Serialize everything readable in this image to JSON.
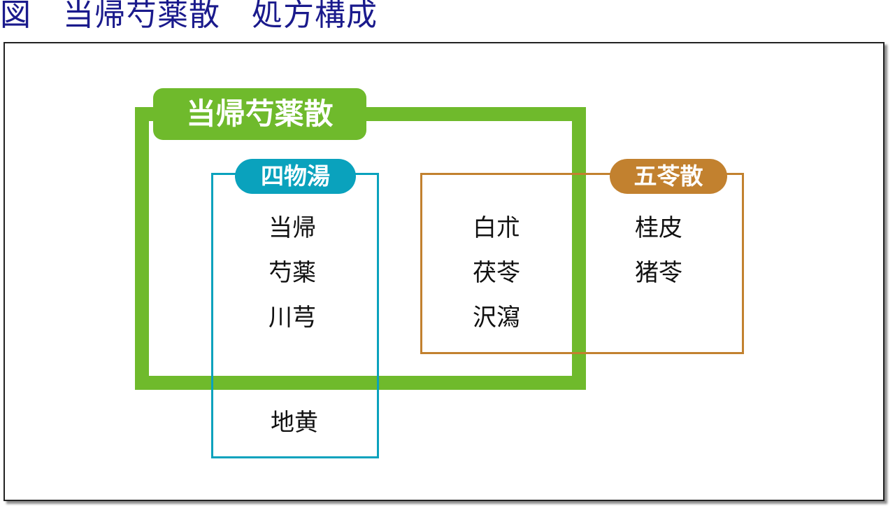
{
  "title": "図　当帰芍薬散　処方構成",
  "formulas": {
    "tokishakuyakusan": {
      "label": "当帰芍薬散",
      "color": "#6fba2c"
    },
    "shimotsuto": {
      "label": "四物湯",
      "color": "#0aa2bd"
    },
    "goreisan": {
      "label": "五苓散",
      "color": "#c2812f"
    }
  },
  "herbs": {
    "shared_tokishakuyaku_shimotsuto": [
      "当帰",
      "芍薬",
      "川芎"
    ],
    "shared_tokishakuyaku_goreisan": [
      "白朮",
      "茯苓",
      "沢瀉"
    ],
    "goreisan_only": [
      "桂皮",
      "猪苓"
    ],
    "shimotsuto_only": [
      "地黄"
    ]
  }
}
